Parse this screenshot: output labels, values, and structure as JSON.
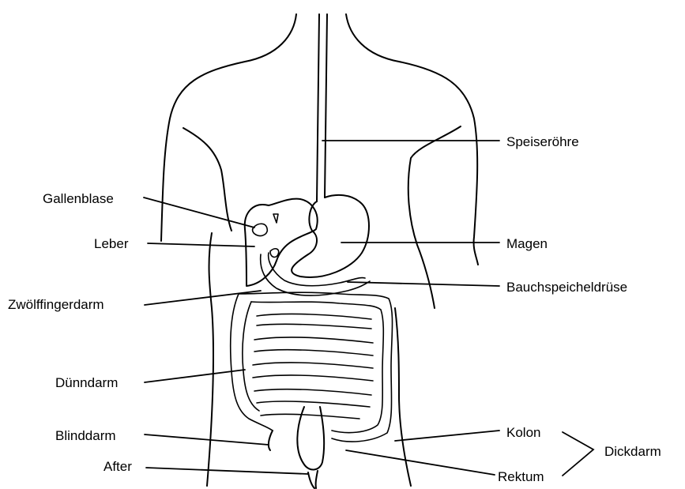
{
  "labels": {
    "speiseroehre": "Speiseröhre",
    "gallenblase": "Gallenblase",
    "leber": "Leber",
    "magen": "Magen",
    "bauchspeicheldruese": "Bauchspeicheldrüse",
    "zwoelffingerdarm": "Zwölffingerdarm",
    "duenndarm": "Dünndarm",
    "blinddarm": "Blinddarm",
    "kolon": "Kolon",
    "dickdarm": "Dickdarm",
    "after": "After",
    "rektum": "Rektum"
  },
  "colors": {
    "line": "#000000",
    "background": "#ffffff"
  }
}
